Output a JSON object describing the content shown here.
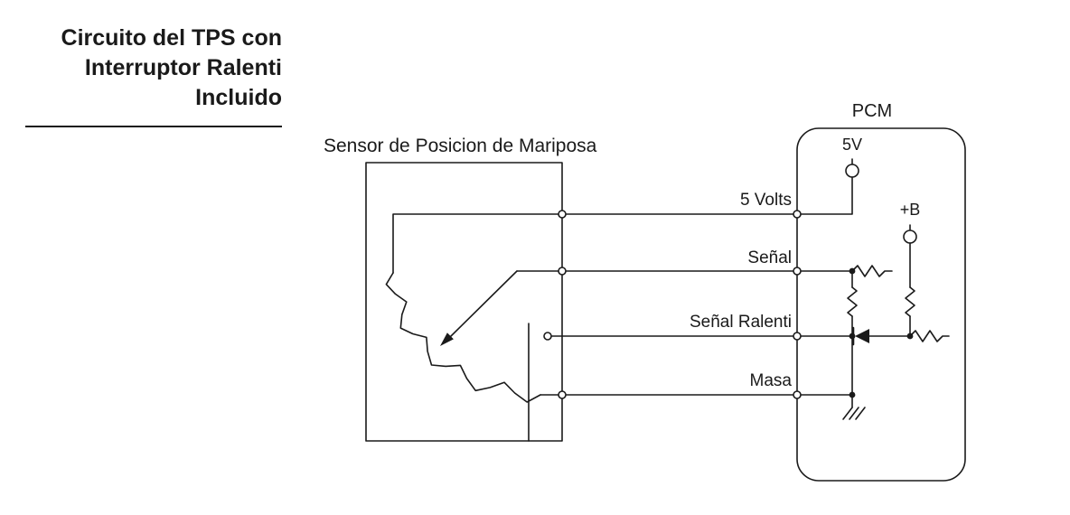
{
  "title": {
    "lines": [
      "Circuito del TPS con",
      "Interruptor Ralenti",
      "Incluido"
    ]
  },
  "sensor": {
    "label": "Sensor de Posicion de Mariposa"
  },
  "pcm": {
    "label": "PCM",
    "five_v_label": "5V",
    "b_plus_label": "+B"
  },
  "wires": {
    "labels": [
      "5 Volts",
      "Señal",
      "Señal Ralenti",
      "Masa"
    ]
  },
  "colors": {
    "line": "#1a1a1a",
    "background": "#ffffff"
  }
}
